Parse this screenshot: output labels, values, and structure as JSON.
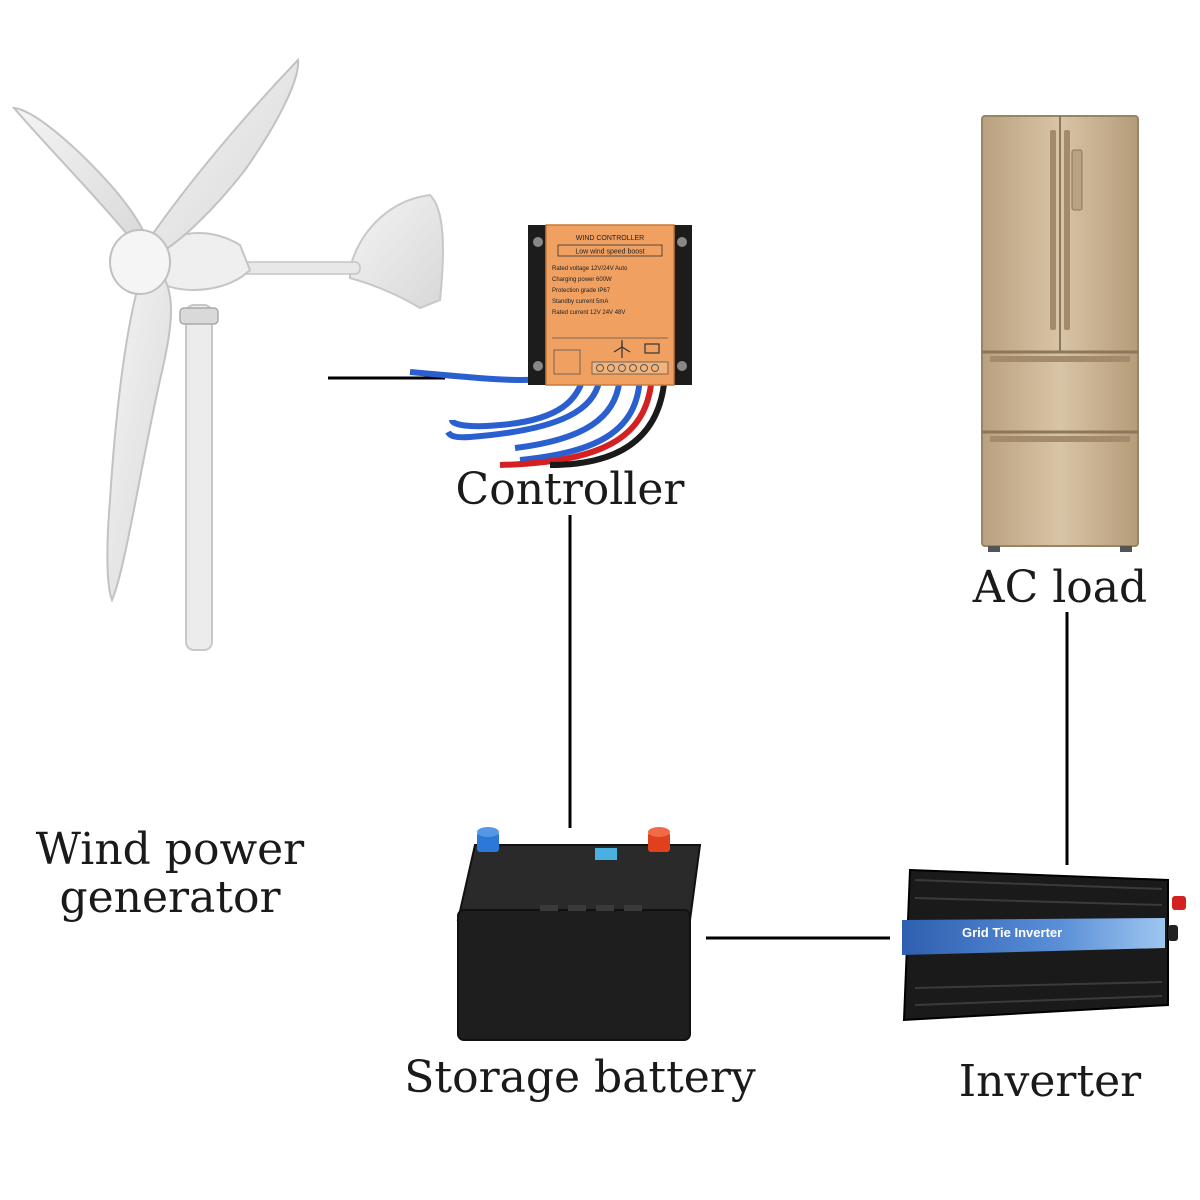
{
  "labels": {
    "wind_generator_line1": "Wind power",
    "wind_generator_line2": "generator",
    "controller": "Controller",
    "ac_load": "AC load",
    "storage_battery": "Storage battery",
    "inverter": "Inverter"
  },
  "controller_device": {
    "title": "WIND CONTROLLER",
    "subtitle": "Low wind speed boost",
    "spec_lines": [
      "Rated voltage 12V/24V  Auto",
      "Charging power 600W",
      "Protection grade IP67",
      "Standby current 5mA",
      "Rated current  12V  24V  48V"
    ]
  },
  "inverter_device": {
    "brand_label": "Grid Tie Inverter"
  },
  "components": [
    {
      "id": "wind-turbine",
      "icon": "wind-turbine-icon"
    },
    {
      "id": "controller",
      "icon": "charge-controller-icon"
    },
    {
      "id": "fridge",
      "icon": "refrigerator-icon"
    },
    {
      "id": "battery",
      "icon": "car-battery-icon"
    },
    {
      "id": "inverter",
      "icon": "power-inverter-icon"
    }
  ],
  "connections": [
    {
      "from": "wind-turbine",
      "to": "controller"
    },
    {
      "from": "controller",
      "to": "battery"
    },
    {
      "from": "battery",
      "to": "inverter"
    },
    {
      "from": "inverter",
      "to": "fridge"
    }
  ],
  "colors": {
    "controller_body": "#f0a060",
    "controller_end": "#1c1c1c",
    "fridge_body": "#c9b497",
    "battery_body": "#1e1e1e",
    "battery_terminal_neg": "#2b78d8",
    "battery_terminal_pos": "#e0401e",
    "inverter_body": "#1a1a1a",
    "inverter_band": "#3f6fc0",
    "wire_blue": "#2a5fd0",
    "wire_red": "#d42020",
    "connector_line": "#000000"
  }
}
